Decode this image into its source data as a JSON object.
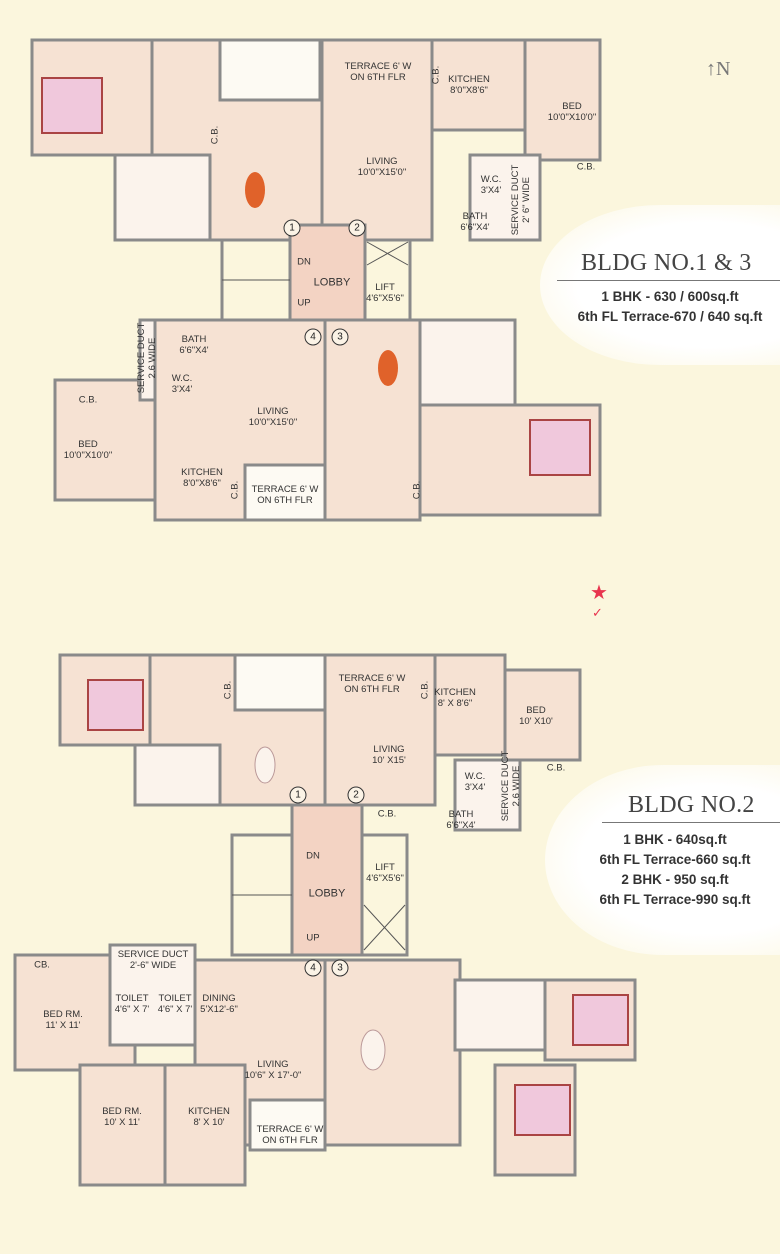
{
  "compass": {
    "label": "N",
    "icon": "north-arrow-icon"
  },
  "colors": {
    "background": "#fbf6dd",
    "room_fill": "#f6e2d3",
    "wall": "#8a8a8a",
    "lobby": "#f3d3c3",
    "star": "#e8344e"
  },
  "top_plan": {
    "rooms": [
      {
        "name": "C.B."
      },
      {
        "name": "TERRACE 6' W",
        "dim": "ON 6TH FLR"
      },
      {
        "name": "C.B."
      },
      {
        "name": "KITCHEN",
        "dim": "8'0\"X8'6\""
      },
      {
        "name": "BED",
        "dim": "10'0\"X10'0\""
      },
      {
        "name": "C.B."
      },
      {
        "name": "LIVING",
        "dim": "10'0\"X15'0\""
      },
      {
        "name": "W.C.",
        "dim": "3'X4'"
      },
      {
        "name": "SERVICE DUCT",
        "dim": "2' 6\" WIDE"
      },
      {
        "name": "BATH",
        "dim": "6'6\"X4'"
      },
      {
        "name": "LOBBY"
      },
      {
        "name": "LIFT",
        "dim": "4'6\"X5'6\""
      },
      {
        "name": "SERVICE DUCT",
        "dim": "2.6 WIDE"
      },
      {
        "name": "BATH",
        "dim": "6'6\"X4'"
      },
      {
        "name": "W.C.",
        "dim": "3'X4'"
      },
      {
        "name": "C.B."
      },
      {
        "name": "LIVING",
        "dim": "10'0\"X15'0\""
      },
      {
        "name": "BED",
        "dim": "10'0\"X10'0\""
      },
      {
        "name": "KITCHEN",
        "dim": "8'0\"X8'6\""
      },
      {
        "name": "C.B."
      },
      {
        "name": "TERRACE 6' W",
        "dim": "ON 6TH FLR"
      },
      {
        "name": "C.B."
      }
    ],
    "stairs": {
      "down": "DN",
      "up": "UP"
    },
    "doors": [
      "1",
      "2",
      "3",
      "4"
    ]
  },
  "top_info": {
    "title": "BLDG NO.1 & 3",
    "lines": [
      "1 BHK - 630 / 600sq.ft",
      "6th FL Terrace-670 / 640 sq.ft"
    ]
  },
  "bottom_plan": {
    "rooms": [
      {
        "name": "C.B."
      },
      {
        "name": "TERRACE 6' W",
        "dim": "ON 6TH FLR"
      },
      {
        "name": "C.B."
      },
      {
        "name": "KITCHEN",
        "dim": "8' X 8'6\""
      },
      {
        "name": "BED",
        "dim": "10' X10'"
      },
      {
        "name": "C.B."
      },
      {
        "name": "LIVING",
        "dim": "10' X15'"
      },
      {
        "name": "W.C.",
        "dim": "3'X4'"
      },
      {
        "name": "SERVICE DUCT",
        "dim": "2.6 WIDE"
      },
      {
        "name": "BATH",
        "dim": "6'6\"X4'"
      },
      {
        "name": "C.B."
      },
      {
        "name": "LOBBY"
      },
      {
        "name": "LIFT",
        "dim": "4'6\"X5'6\""
      },
      {
        "name": "CB."
      },
      {
        "name": "SERVICE DUCT",
        "dim": "2'-6\" WIDE"
      },
      {
        "name": "TOILET",
        "dim": "4'6\" X 7'"
      },
      {
        "name": "TOILET",
        "dim": "4'6\" X 7'"
      },
      {
        "name": "DINING",
        "dim": "5'X12'-6\""
      },
      {
        "name": "BED RM.",
        "dim": "11' X 11'"
      },
      {
        "name": "LIVING",
        "dim": "10'6\" X 17'-0\""
      },
      {
        "name": "BED RM.",
        "dim": "10' X 11'"
      },
      {
        "name": "KITCHEN",
        "dim": "8' X 10'"
      },
      {
        "name": "TERRACE 6' W",
        "dim": "ON 6TH FLR"
      }
    ],
    "stairs": {
      "down": "DN",
      "up": "UP"
    },
    "doors": [
      "1",
      "2",
      "3",
      "4"
    ]
  },
  "bottom_info": {
    "title": "BLDG NO.2",
    "lines": [
      "1 BHK - 640sq.ft",
      "6th FL Terrace-660 sq.ft",
      "2 BHK - 950 sq.ft",
      "6th FL Terrace-990 sq.ft"
    ]
  },
  "annotation": {
    "icon": "star-mark-icon"
  }
}
